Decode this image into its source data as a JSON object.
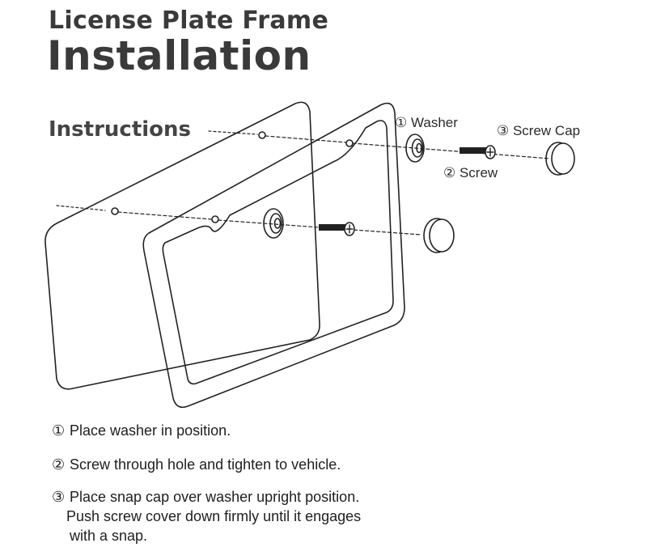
{
  "header": {
    "subtitle": "License Plate Frame",
    "title": "Installation"
  },
  "section_label": "Instructions",
  "callouts": {
    "washer": "① Washer",
    "screw": "② Screw",
    "screw_cap": "③ Screw Cap"
  },
  "steps": [
    {
      "num": "①",
      "line1": "Place washer in position."
    },
    {
      "num": "②",
      "line1": "Screw through hole and tighten to vehicle."
    },
    {
      "num": "③",
      "line1": "Place snap cap over washer upright position.",
      "line2": "Push screw cover down firmly until it engages",
      "line3": "with a snap."
    }
  ]
}
